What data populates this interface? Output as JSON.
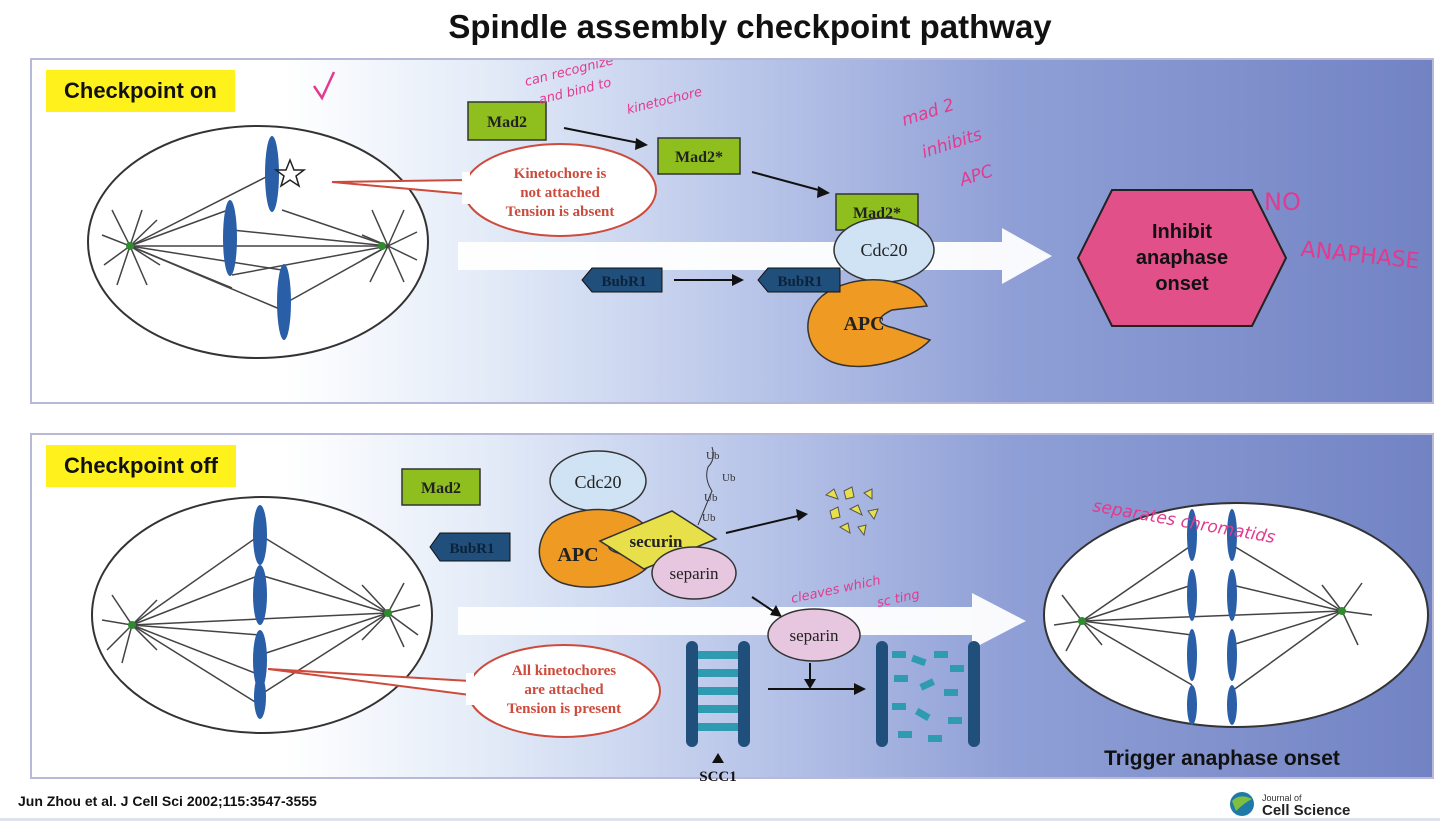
{
  "title": "Spindle assembly checkpoint pathway",
  "panel_on": {
    "tag": "Checkpoint on",
    "bubble": [
      "Kinetochore is",
      "not attached",
      "Tension is absent"
    ],
    "mad2": "Mad2",
    "mad2_star": "Mad2*",
    "bubr1": "BubR1",
    "cdc20": "Cdc20",
    "apc": "APC",
    "inhibit": [
      "Inhibit",
      "anaphase",
      "onset"
    ],
    "handwriting": {
      "note_top": [
        "can recognize",
        "and bind to",
        "kinetochore"
      ],
      "note_mid": [
        "mad 2",
        "inhibits",
        "APC"
      ],
      "note_right": [
        "NO",
        "ANAPHASE"
      ]
    }
  },
  "panel_off": {
    "tag": "Checkpoint off",
    "bubble": [
      "All kinetochores",
      "are attached",
      "Tension is present"
    ],
    "mad2": "Mad2",
    "bubr1": "BubR1",
    "cdc20": "Cdc20",
    "apc": "APC",
    "securin": "securin",
    "separin": "separin",
    "separin2": "separin",
    "ub": [
      "Ub",
      "Ub",
      "Ub",
      "Ub"
    ],
    "scc1": "SCC1",
    "trigger": "Trigger anaphase onset",
    "handwriting": {
      "note_separin": [
        "cleaves which",
        "sc ting"
      ],
      "note_right": "separates chromatids"
    }
  },
  "citation": "Jun Zhou et al. J Cell Sci 2002;115:3547-3555",
  "logo": "Journal of Cell Science",
  "colors": {
    "mad2": "#8fbf1f",
    "bubr1": "#1f4f7a",
    "cdc20": "#cfe3f5",
    "apc": "#ef9a22",
    "inhibit": "#e2508a",
    "securin": "#e8e04a",
    "separin": "#e7c6e0",
    "bubble": "#cc4b3c",
    "handwriting": "#e23a8e",
    "tag": "#fff21c"
  }
}
